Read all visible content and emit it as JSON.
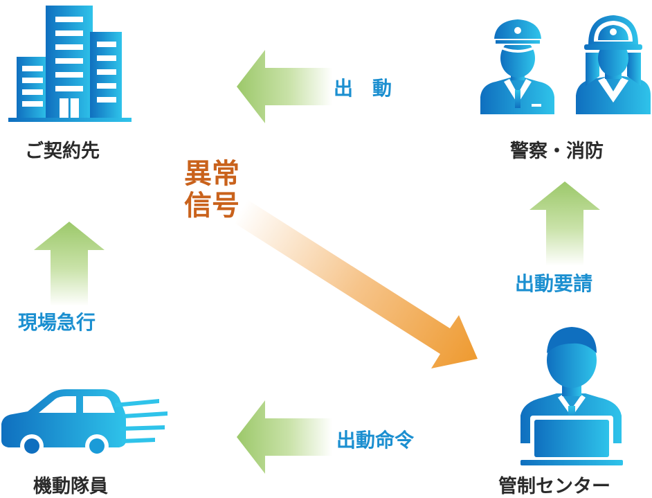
{
  "nodes": {
    "client": {
      "label": "ご契約先"
    },
    "police_fire": {
      "label": "警察・消防"
    },
    "control_center": {
      "label": "管制センター"
    },
    "mobile_unit": {
      "label": "機動隊員"
    }
  },
  "signal": {
    "line1": "異常",
    "line2": "信号"
  },
  "arrows": {
    "dispatch": {
      "label": "出　動"
    },
    "dispatch_request": {
      "label": "出動要請"
    },
    "dispatch_order": {
      "label": "出動命令"
    },
    "rush_to_site": {
      "label": "現場急行"
    }
  },
  "colors": {
    "icon_dark": "#0f6fbf",
    "icon_light": "#2fc3ea",
    "arrow_green": "#9cc86a",
    "signal_orange": "#ee9a30",
    "label_blue": "#1b8fd0",
    "label_dark": "#2a2a2a",
    "signal_text": "#c9621c"
  },
  "icons": [
    "building-icon",
    "police-officer-icon",
    "firefighter-icon",
    "operator-icon",
    "car-icon"
  ]
}
